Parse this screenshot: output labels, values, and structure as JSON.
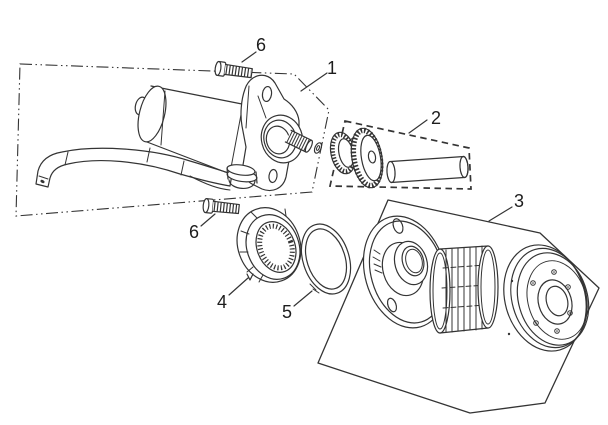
{
  "diagram": {
    "background_color": "#ffffff",
    "line_color": "#343434",
    "label_color": "#1d1d1d",
    "callouts": [
      {
        "label": "1"
      },
      {
        "label": "2"
      },
      {
        "label": "3"
      },
      {
        "label": "4"
      },
      {
        "label": "5"
      },
      {
        "label": "6"
      },
      {
        "label": "6"
      }
    ]
  }
}
